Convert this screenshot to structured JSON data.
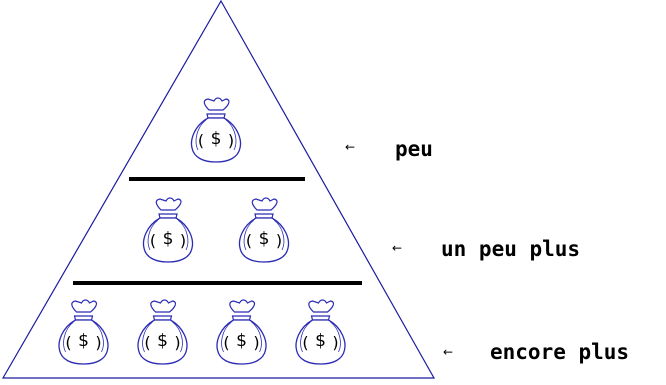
{
  "colors": {
    "outline": "#1a1aa0",
    "divider": "#000000",
    "bag_stroke": "#2b2bb5"
  },
  "bag_symbol": "$",
  "tiers": [
    {
      "bag_count": 1,
      "arrow": "←",
      "label": "peu"
    },
    {
      "bag_count": 2,
      "arrow": "←",
      "label": "un peu plus"
    },
    {
      "bag_count": 4,
      "arrow": "←",
      "label": "encore plus"
    }
  ]
}
